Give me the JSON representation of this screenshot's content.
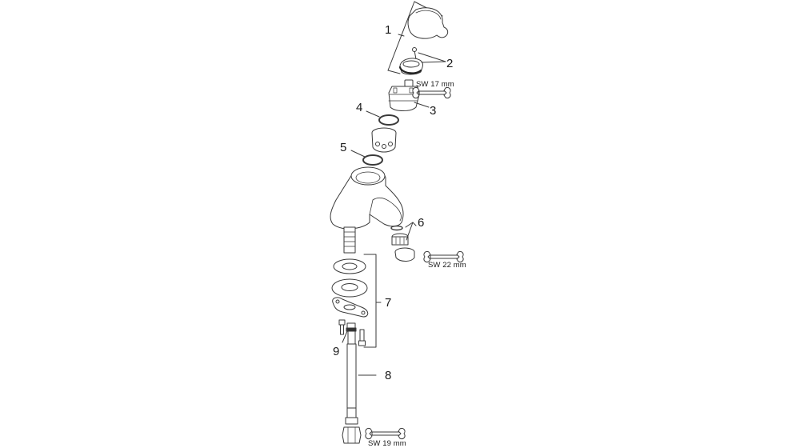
{
  "diagram": {
    "type": "exploded-parts-diagram",
    "subject": "basin tap / faucet assembly",
    "line_color": "#3a3a3a",
    "part_fill": "#ffffff",
    "parts": [
      {
        "number": "1",
        "description": "handle assembly (handle cap, cartridge cover)"
      },
      {
        "number": "2",
        "description": "screw and cover"
      },
      {
        "number": "3",
        "description": "cartridge / headpart"
      },
      {
        "number": "4",
        "description": "o-ring"
      },
      {
        "number": "5",
        "description": "o-ring"
      },
      {
        "number": "6",
        "description": "aerator set"
      },
      {
        "number": "7",
        "description": "fixing set (washers, flange plate, bolts)"
      },
      {
        "number": "8",
        "description": "connection hose"
      },
      {
        "number": "9",
        "description": "threaded connector"
      }
    ],
    "labels": {
      "p1": "1",
      "p2": "2",
      "p3": "3",
      "p4": "4",
      "p5": "5",
      "p6": "6",
      "p7": "7",
      "p8": "8",
      "p9": "9"
    },
    "wrenches": {
      "w17": "SW 17 mm",
      "w22": "SW 22 mm",
      "w19": "SW 19 mm"
    }
  }
}
